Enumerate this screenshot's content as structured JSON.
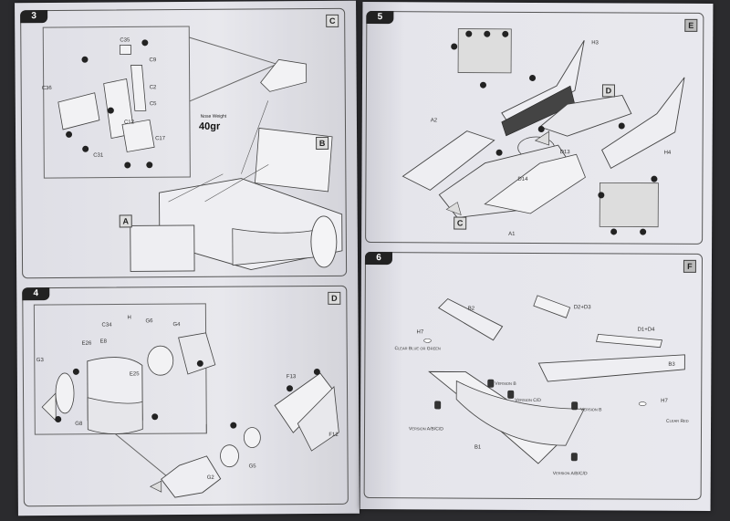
{
  "steps": [
    {
      "number": "3",
      "sub": "C",
      "labels": [
        "C36",
        "C35",
        "C9",
        "C2",
        "C5",
        "C31",
        "C17",
        "C12"
      ],
      "box_A": "A",
      "box_B": "B",
      "nose_weight_label": "Nose Weight",
      "nose_weight_value": "40gr"
    },
    {
      "number": "4",
      "sub": "D",
      "labels": [
        "C34",
        "G6",
        "G4",
        "E26",
        "E8",
        "E25",
        "G3",
        "G8",
        "G2",
        "G5",
        "F13",
        "F12",
        "H"
      ]
    },
    {
      "number": "5",
      "sub": "E",
      "labels": [
        "H3",
        "A2",
        "D13",
        "D14",
        "A1",
        "H4"
      ],
      "box_C": "C",
      "box_D": "D"
    },
    {
      "number": "6",
      "sub": "F",
      "labels": [
        "B2",
        "D2+D3",
        "D1+D4",
        "B3",
        "H7",
        "H7",
        "B1"
      ],
      "notes": [
        "Clear Blue or Green",
        "Version B",
        "Version C/D",
        "Version B",
        "Version A/B/C/D",
        "Version A/B/C/D",
        "Clear Red"
      ]
    }
  ]
}
